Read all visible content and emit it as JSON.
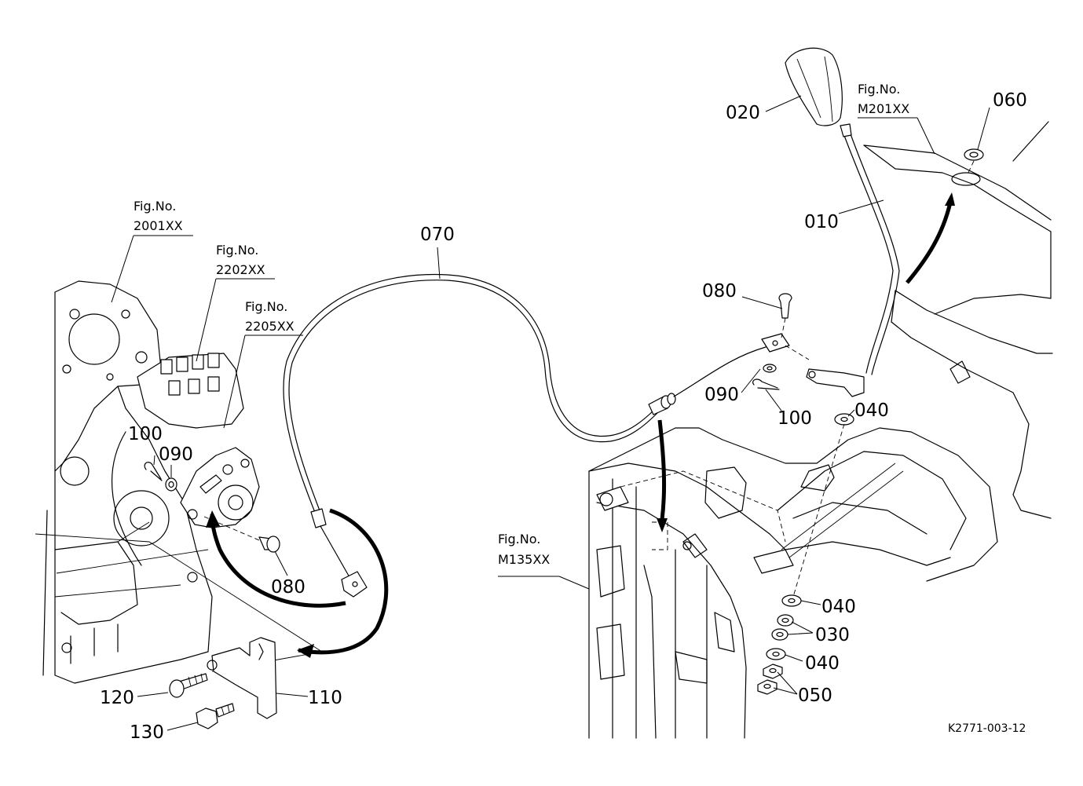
{
  "figure_refs": [
    {
      "id": "fig-2001",
      "title": "Fig.No.",
      "code": "2001XX"
    },
    {
      "id": "fig-2202",
      "title": "Fig.No.",
      "code": "2202XX"
    },
    {
      "id": "fig-2205",
      "title": "Fig.No.",
      "code": "2205XX"
    },
    {
      "id": "fig-m201",
      "title": "Fig.No.",
      "code": "M201XX"
    },
    {
      "id": "fig-m135",
      "title": "Fig.No.",
      "code": "M135XX"
    }
  ],
  "part_labels": {
    "p010": "010",
    "p020": "020",
    "p030": "030",
    "p040a": "040",
    "p040b": "040",
    "p040c": "040",
    "p050": "050",
    "p060": "060",
    "p070": "070",
    "p080a": "080",
    "p080b": "080",
    "p090a": "090",
    "p090b": "090",
    "p100a": "100",
    "p100b": "100",
    "p110": "110",
    "p120": "120",
    "p130": "130"
  },
  "drawing_code": "K2771-003-12"
}
